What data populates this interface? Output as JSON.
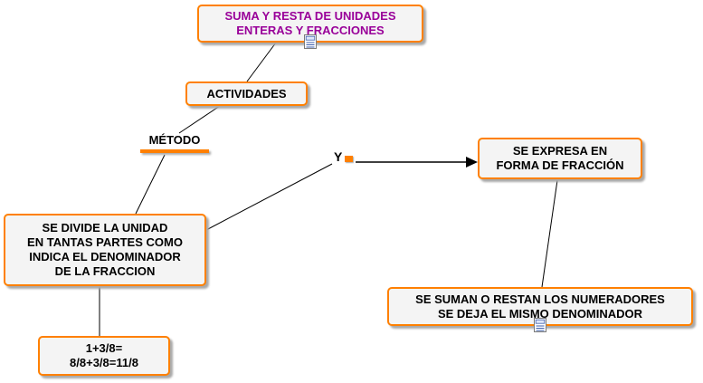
{
  "colors": {
    "accent_orange": "#ff8000",
    "title_text": "#990099",
    "body_text": "#000000",
    "node_background": "#f4f4f4",
    "connector_line": "#000000",
    "shadow": "#a9a9a9"
  },
  "nodes": {
    "title": {
      "text": "SUMA Y RESTA DE UNIDADES\nENTERAS Y FRACCIONES",
      "icon": "document-resource-icon"
    },
    "actividades": {
      "text": "ACTIVIDADES"
    },
    "divide": {
      "text": "SE DIVIDE LA UNIDAD\nEN TANTAS PARTES COMO\nINDICA EL DENOMINADOR\nDE LA FRACCION"
    },
    "expresa": {
      "text": "SE EXPRESA EN\nFORMA DE FRACCIÓN"
    },
    "suman": {
      "text": "SE SUMAN O RESTAN LOS NUMERADORES\nSE DEJA EL MISMO DENOMINADOR",
      "icon": "document-resource-icon"
    },
    "ejemplo": {
      "text": "1+3/8=\n8/8+3/8=11/8"
    }
  },
  "linking_phrases": {
    "metodo": {
      "text": "MÉTODO"
    },
    "y": {
      "text": "Y"
    }
  }
}
